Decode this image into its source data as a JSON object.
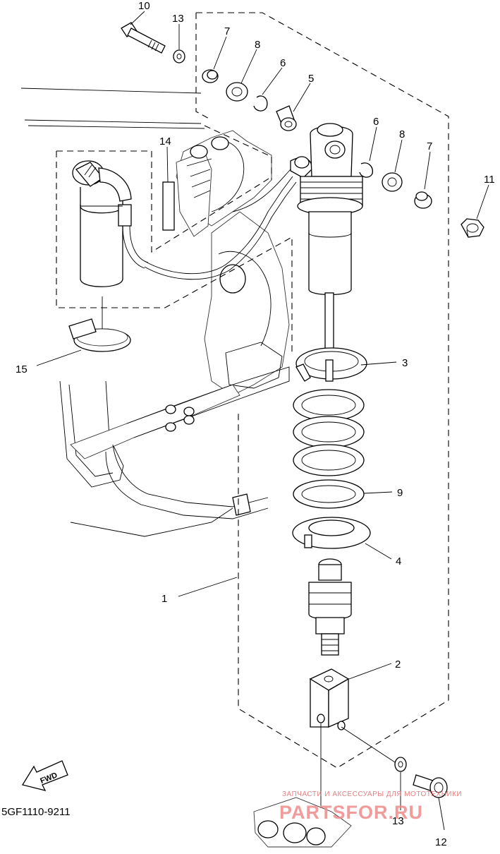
{
  "callouts": {
    "p1": "1",
    "p2": "2",
    "p3": "3",
    "p4": "4",
    "p5": "5",
    "p6a": "6",
    "p6b": "6",
    "p7a": "7",
    "p7b": "7",
    "p8a": "8",
    "p8b": "8",
    "p9": "9",
    "p10": "10",
    "p11": "11",
    "p12": "12",
    "p13a": "13",
    "p13b": "13",
    "p14": "14",
    "p15": "15"
  },
  "diagram_code": "5GF1110-9211",
  "fwd_label": "FWD",
  "watermark": {
    "tagline": "ЗАПЧАСТИ И АКСЕССУАРЫ ДЛЯ МОТОТЕХНИКИ",
    "site": "PARTSFOR.RU",
    "color": "#e26a6a"
  }
}
